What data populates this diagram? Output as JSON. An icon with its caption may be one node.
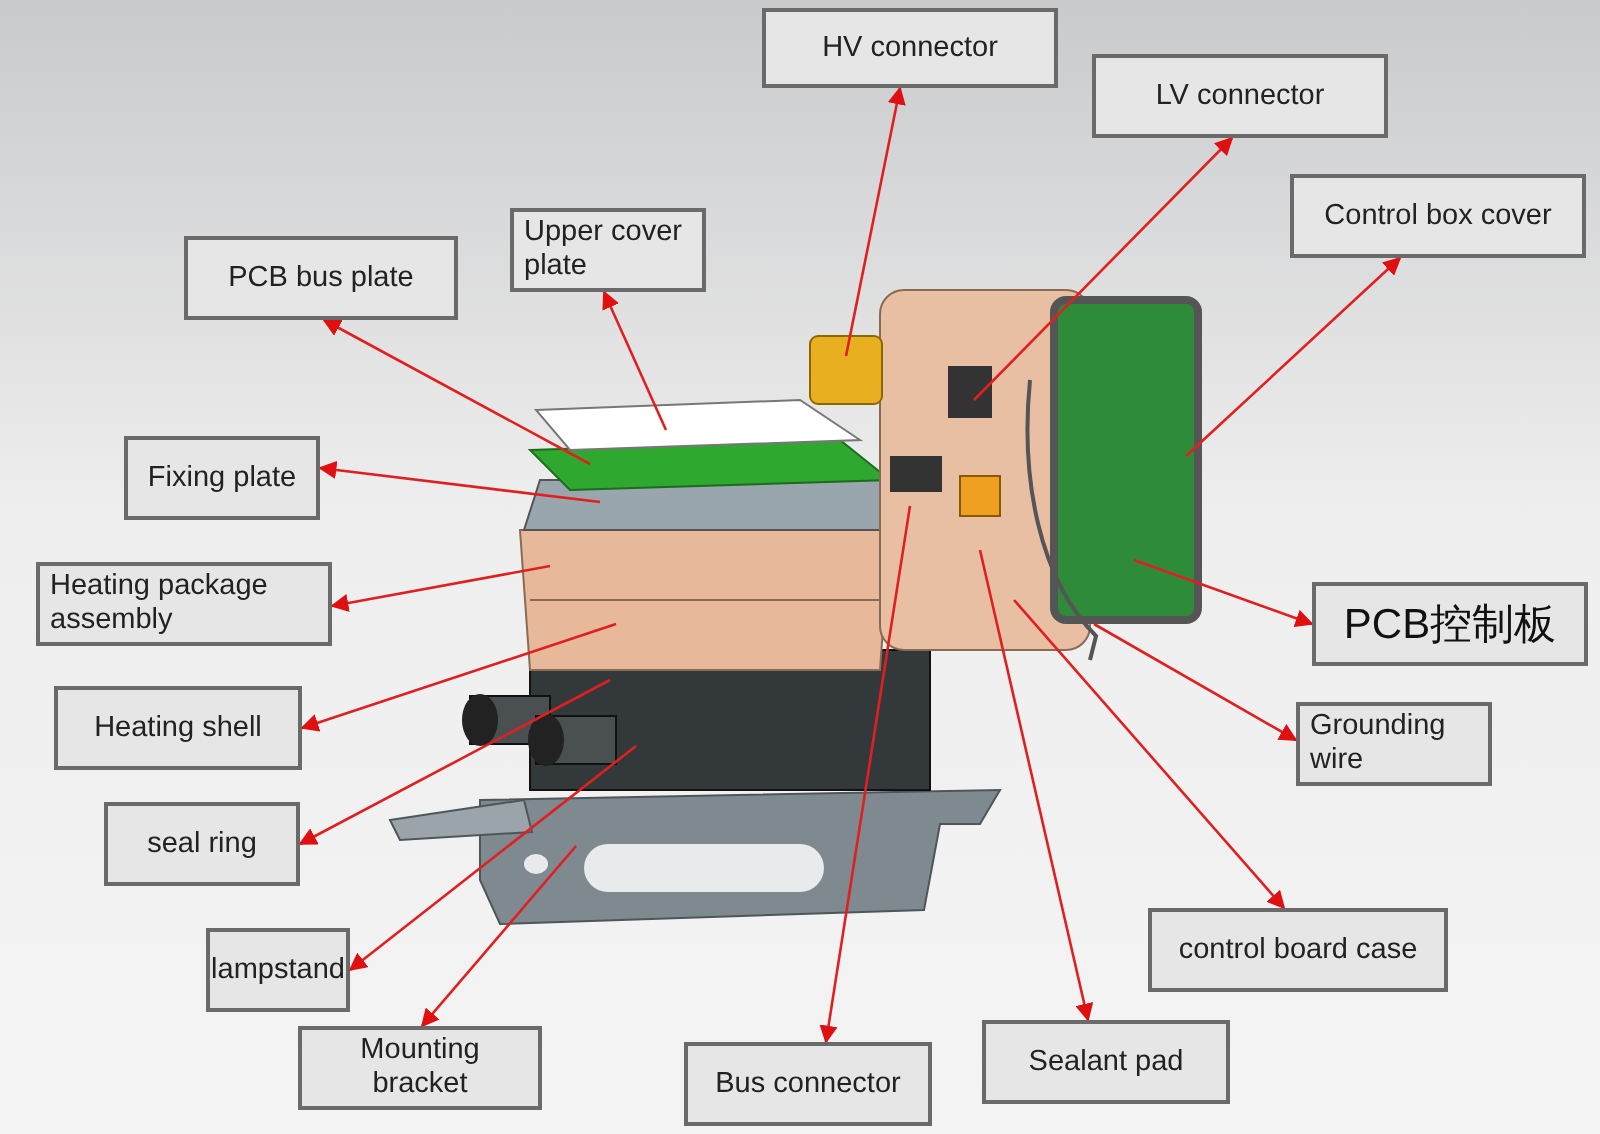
{
  "diagram": {
    "nodes": [
      {
        "text": [
          "HV connector"
        ]
      },
      {
        "text": [
          "LV connector"
        ]
      },
      {
        "text": [
          "Control box cover"
        ]
      },
      {
        "text": [
          "Upper cover plate"
        ]
      },
      {
        "text": [
          "PCB bus plate"
        ]
      },
      {
        "text": [
          "Fixing plate"
        ]
      },
      {
        "text": [
          "Heating package assembly"
        ]
      },
      {
        "text": [
          "PCB控制板"
        ]
      },
      {
        "text": [
          "Heating shell"
        ]
      },
      {
        "text": [
          "Grounding wire"
        ]
      },
      {
        "text": [
          "seal ring"
        ]
      },
      {
        "text": [
          "control board case"
        ]
      },
      {
        "text": [
          "lampstand"
        ]
      },
      {
        "text": [
          "Sealant pad"
        ]
      },
      {
        "text": [
          "Mounting bracket"
        ]
      },
      {
        "text": [
          "Bus connector"
        ]
      }
    ],
    "edges": [
      {
        "from": null,
        "to": 0,
        "arrow": "to"
      },
      {
        "from": null,
        "to": 1,
        "arrow": "to"
      },
      {
        "from": null,
        "to": 2,
        "arrow": "to"
      },
      {
        "from": null,
        "to": 3,
        "arrow": "to"
      },
      {
        "from": null,
        "to": 4,
        "arrow": "to"
      },
      {
        "from": null,
        "to": 5,
        "arrow": "to"
      },
      {
        "from": null,
        "to": 6,
        "arrow": "to"
      },
      {
        "from": null,
        "to": 7,
        "arrow": "to"
      },
      {
        "from": null,
        "to": 8,
        "arrow": "to"
      },
      {
        "from": null,
        "to": 9,
        "arrow": "to"
      },
      {
        "from": null,
        "to": 10,
        "arrow": "to"
      },
      {
        "from": null,
        "to": 11,
        "arrow": "to"
      },
      {
        "from": null,
        "to": 12,
        "arrow": "to"
      },
      {
        "from": null,
        "to": 13,
        "arrow": "to"
      },
      {
        "from": null,
        "to": 14,
        "arrow": "to"
      },
      {
        "from": null,
        "to": 15,
        "arrow": "to"
      }
    ]
  }
}
